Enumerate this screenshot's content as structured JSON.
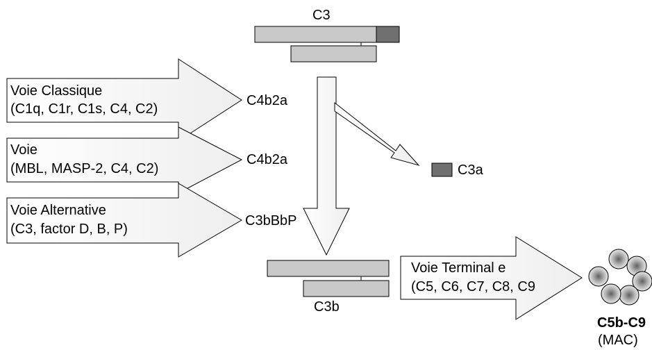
{
  "top_molecule": {
    "label": "C3"
  },
  "pathways": [
    {
      "line1": "Voie Classique",
      "line2": "(C1q, C1r, C1s, C4, C2)",
      "product": "C4b2a"
    },
    {
      "line1": "Voie",
      "line2": "(MBL, MASP-2, C4, C2)",
      "product": "C4b2a"
    },
    {
      "line1": "Voie Alternative",
      "line2": "(C3, factor D, B, P)",
      "product": "C3bBbP"
    }
  ],
  "cleavage_fragment": {
    "label": "C3a"
  },
  "bottom_molecule": {
    "label": "C3b"
  },
  "terminal": {
    "line1": "Voie Terminal e",
    "line2": "(C5, C6, C7, C8, C9"
  },
  "mac": {
    "line1": "C5b-C9",
    "line2": "(MAC)"
  },
  "colors": {
    "bar_light": "#c8c8c8",
    "bar_dark": "#707070",
    "arrow_fill": "#f7f7f7",
    "outline": "#000000"
  }
}
